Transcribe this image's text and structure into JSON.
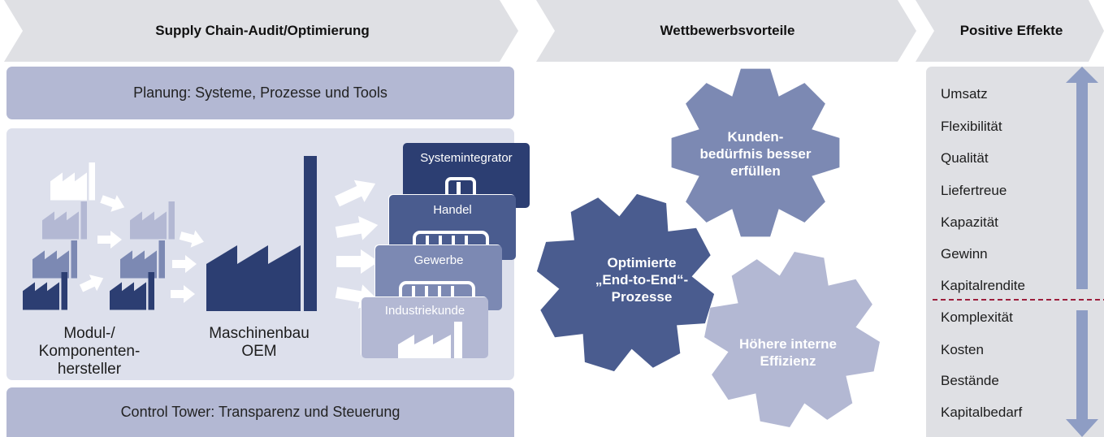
{
  "header": {
    "audit": "Supply Chain-Audit/Optimierung",
    "advantages": "Wettbewerbsvorteile",
    "effects": "Positive Effekte"
  },
  "bars": {
    "planning": "Planung: Systeme, Prozesse und Tools",
    "control": "Control Tower: Transparenz und Steuerung"
  },
  "flow": {
    "suppliers_label": "Modul-/\nKomponenten-\nhersteller",
    "oem_label": "Maschinenbau\nOEM",
    "customers": [
      "Systemintegrator",
      "Handel",
      "Gewerbe",
      "Industriekunde"
    ]
  },
  "gears": {
    "customer": "Kunden-\nbedürfnis besser\nerfüllen",
    "process": "Optimierte\n„End-to-End“-\nProzesse",
    "efficiency": "Höhere interne\nEffizienz"
  },
  "effects": {
    "increase": [
      "Umsatz",
      "Flexibilität",
      "Qualität",
      "Liefertreue",
      "Kapazität",
      "Gewinn",
      "Kapitalrendite"
    ],
    "decrease": [
      "Komplexität",
      "Kosten",
      "Bestände",
      "Kapitalbedarf"
    ]
  },
  "colors": {
    "dark_navy": "#2c3e72",
    "mid_blue": "#4a5c8f",
    "steel": "#7c89b3",
    "light_blue": "#b3b8d3",
    "panel": "#dde0ec",
    "divider": "#9c1f3c"
  }
}
